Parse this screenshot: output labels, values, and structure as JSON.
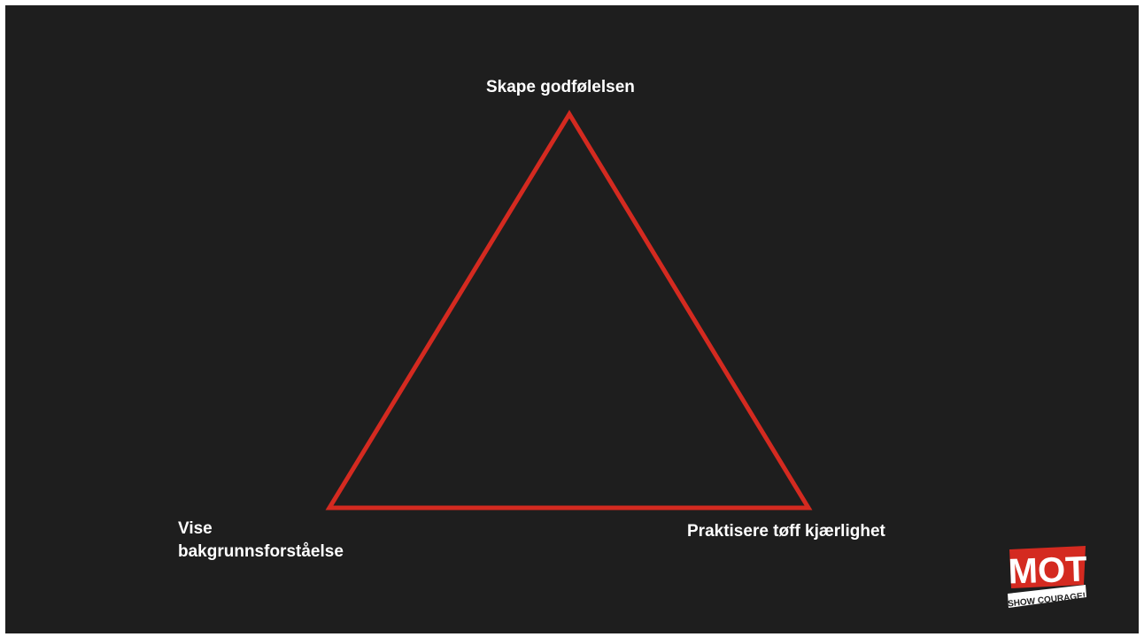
{
  "diagram": {
    "nodes": {
      "top": "Skape godfølelsen",
      "left_line1": "Vise",
      "left_line2": "bakgrunnsforståelse",
      "right": "Praktisere tøff kjærlighet"
    },
    "shape": "triangle",
    "stroke_color": "#d42a20"
  },
  "logo": {
    "main": "MOT",
    "tagline": "SHOW COURAGE!",
    "color": "#d42a20"
  },
  "colors": {
    "background": "#1e1e1e",
    "text": "#ffffff"
  }
}
